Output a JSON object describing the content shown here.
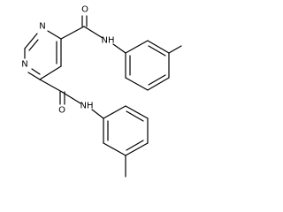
{
  "molecule": {
    "atoms": {
      "n_ring_top": "N",
      "n_ring_left": "N",
      "o_upper": "O",
      "nh_upper": "NH",
      "o_lower": "O",
      "nh_lower": "NH"
    }
  }
}
